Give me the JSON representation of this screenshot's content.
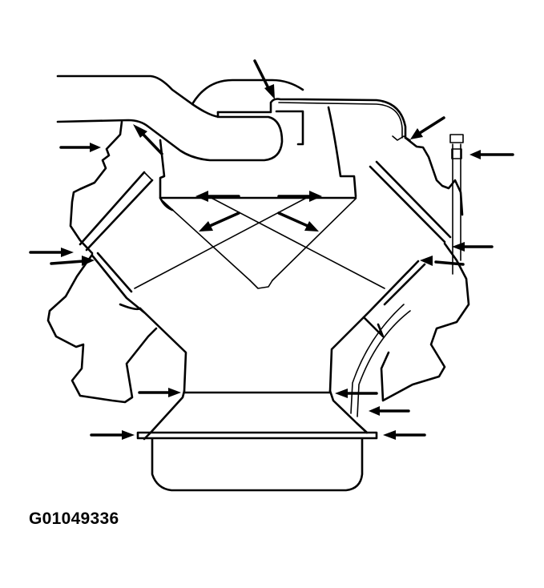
{
  "figure": {
    "id_label": "G01049336",
    "subject": "V-engine front view showing gasket and seal locations",
    "line_color": "#000000",
    "background_color": "#ffffff"
  },
  "callouts": [
    {
      "name": "intake-tube-joint-arrow-top",
      "direction": "down-right"
    },
    {
      "name": "left-hose-fitting-arrow",
      "direction": "up-left"
    },
    {
      "name": "left-valve-cover-fitting-arrow",
      "direction": "right"
    },
    {
      "name": "right-hose-fitting-arrow",
      "direction": "down-left"
    },
    {
      "name": "dipstick-tube-arrow",
      "direction": "left"
    },
    {
      "name": "intake-manifold-left-gasket-arrow",
      "direction": "left"
    },
    {
      "name": "intake-manifold-right-gasket-arrow",
      "direction": "right"
    },
    {
      "name": "intake-manifold-left-lower-arrow",
      "direction": "down-left"
    },
    {
      "name": "intake-manifold-right-lower-arrow",
      "direction": "down-right"
    },
    {
      "name": "left-valve-cover-gasket-arrow",
      "direction": "right"
    },
    {
      "name": "left-cylinder-head-gasket-arrow",
      "direction": "right"
    },
    {
      "name": "right-valve-cover-gasket-arrow",
      "direction": "left"
    },
    {
      "name": "right-cylinder-head-gasket-arrow",
      "direction": "left"
    },
    {
      "name": "left-block-lower-arrow",
      "direction": "right"
    },
    {
      "name": "right-block-lower-arrow",
      "direction": "left"
    },
    {
      "name": "dipstick-tube-lower-arrow",
      "direction": "left"
    },
    {
      "name": "oil-pan-left-gasket-arrow",
      "direction": "right"
    },
    {
      "name": "oil-pan-right-gasket-arrow",
      "direction": "left"
    }
  ]
}
